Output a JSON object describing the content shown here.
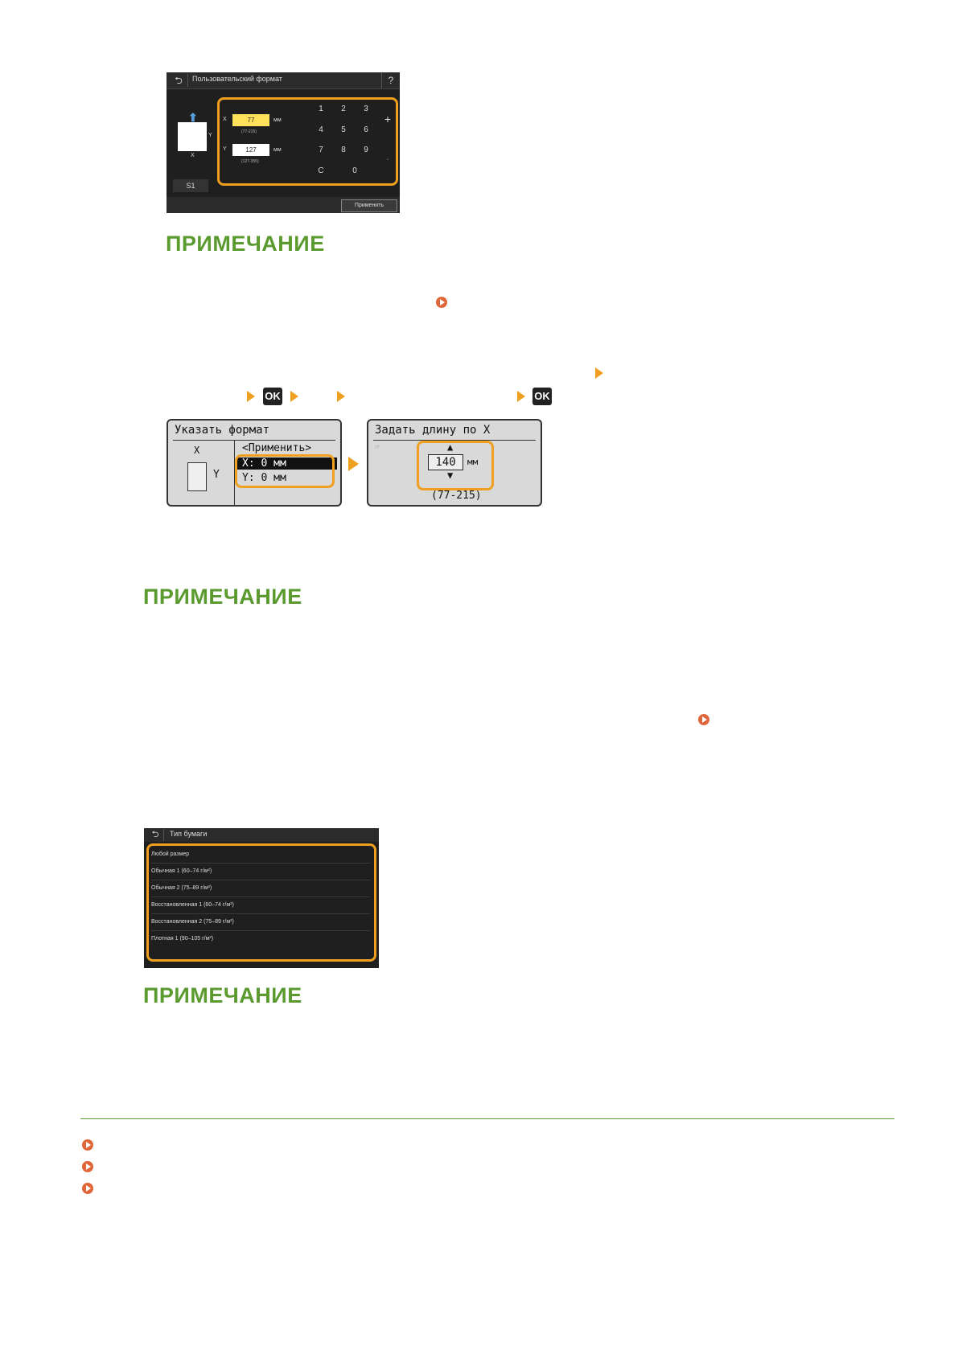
{
  "screen1": {
    "back_icon": "return-arrow-icon",
    "title": "Пользовательский формат",
    "help": "?",
    "x_label": "X",
    "x_value": "77",
    "x_unit": "мм",
    "x_range": "(77-215)",
    "y_label": "Y",
    "y_value": "127",
    "y_unit": "мм",
    "y_range": "(127-355)",
    "paper_axis_x": "X",
    "paper_axis_y": "Y",
    "s_button": "S1",
    "keys": [
      "1",
      "2",
      "3",
      "+",
      "4",
      "5",
      "6",
      "7",
      "8",
      "9",
      "-",
      "C",
      "0"
    ],
    "apply": "Применить",
    "highlight_color": "#f0a020",
    "field_active_color": "#ffe15a"
  },
  "note1": {
    "title": "ПРИМЕЧАНИЕ"
  },
  "step_icons": {
    "ok": "OK"
  },
  "lcd_left": {
    "title": "Указать формат",
    "axis_x": "X",
    "axis_y": "Y",
    "apply": "<Применить>",
    "x_row": "X: 0 мм",
    "y_row": "Y: 0 мм"
  },
  "lcd_right": {
    "title": "Задать длину по X",
    "value": "140",
    "unit": "мм",
    "range": "(77-215)"
  },
  "note2": {
    "title": "ПРИМЕЧАНИЕ"
  },
  "paper_type": {
    "back_icon": "return-arrow-icon",
    "title": "Тип бумаги",
    "items": [
      "Любой размер",
      "Обычная 1 (60–74 г/м²)",
      "Обычная 2 (75–89 г/м²)",
      "Восстановленная 1 (60–74 г/м²)",
      "Восстановленная 2 (75–89 г/м²)",
      "Плотная 1 (90–105 г/м²)"
    ]
  },
  "note3": {
    "title": "ПРИМЕЧАНИЕ"
  },
  "colors": {
    "accent_green": "#5a9a2e",
    "link_orange": "#e0663a",
    "step_orange": "#f0a020"
  }
}
